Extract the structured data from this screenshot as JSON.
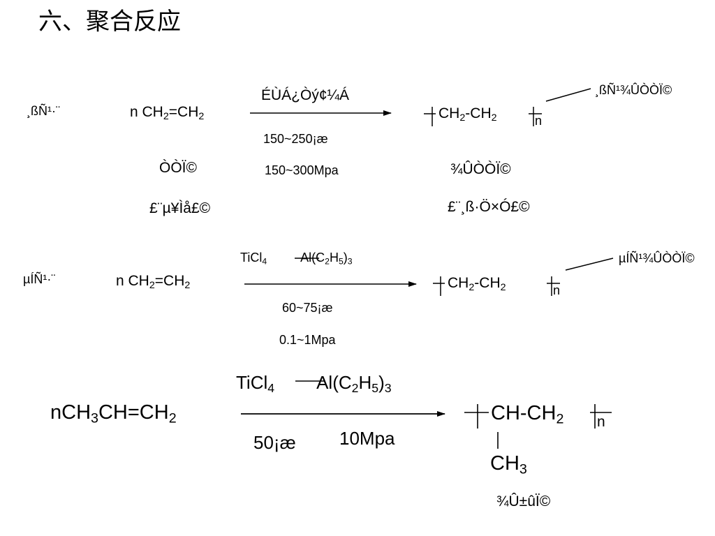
{
  "title": "六、聚合反应",
  "reaction1": {
    "label_left": "¸ßÑ¹·¨",
    "reactant": {
      "prefix": "n CH",
      "sub1": "2",
      "mid": "=CH",
      "sub2": "2"
    },
    "condition_top": "ÉÙÁ¿Òý¢¼Á",
    "temperature": "150~250¡æ",
    "pressure": "150~300Mpa",
    "note_left_1": "ÒÒÏ©",
    "note_left_2": "£¨µ¥Ìå£©",
    "product": {
      "a": "CH",
      "s1": "2",
      "b": "-CH",
      "s2": "2",
      "n": "n"
    },
    "callout": "¸ßÑ¹¾ÛÒÒÏ©",
    "note_right_1": "¾ÛÒÒÏ©",
    "note_right_2": "£¨¸ß·Ö×Ó£©"
  },
  "reaction2": {
    "label_left": "µÍÑ¹·¨",
    "reactant": {
      "prefix": "n CH",
      "sub1": "2",
      "mid": "=CH",
      "sub2": "2"
    },
    "catalyst": {
      "a": "TiCl",
      "s1": "4",
      "b": "Al(C",
      "s2": "2",
      "c": "H",
      "s3": "5",
      "d": ")",
      "s4": "3"
    },
    "temperature": "60~75¡æ",
    "pressure": "0.1~1Mpa",
    "product": {
      "a": "CH",
      "s1": "2",
      "b": "-CH",
      "s2": "2",
      "n": "n"
    },
    "callout": "µÍÑ¹¾ÛÒÒÏ©"
  },
  "reaction3": {
    "reactant": {
      "a": "nCH",
      "s1": "3",
      "b": "CH=CH",
      "s2": "2"
    },
    "catalyst": {
      "a": "TiCl",
      "s1": "4",
      "b": "Al(C",
      "s2": "2",
      "c": "H",
      "s3": "5",
      "d": ")",
      "s4": "3"
    },
    "temperature": "50¡æ",
    "pressure": "10Mpa",
    "product": {
      "a": "CH-CH",
      "s1": "2",
      "n": "n"
    },
    "substituent": {
      "a": "CH",
      "s1": "3"
    },
    "name": "¾Û±ûÏ©"
  }
}
